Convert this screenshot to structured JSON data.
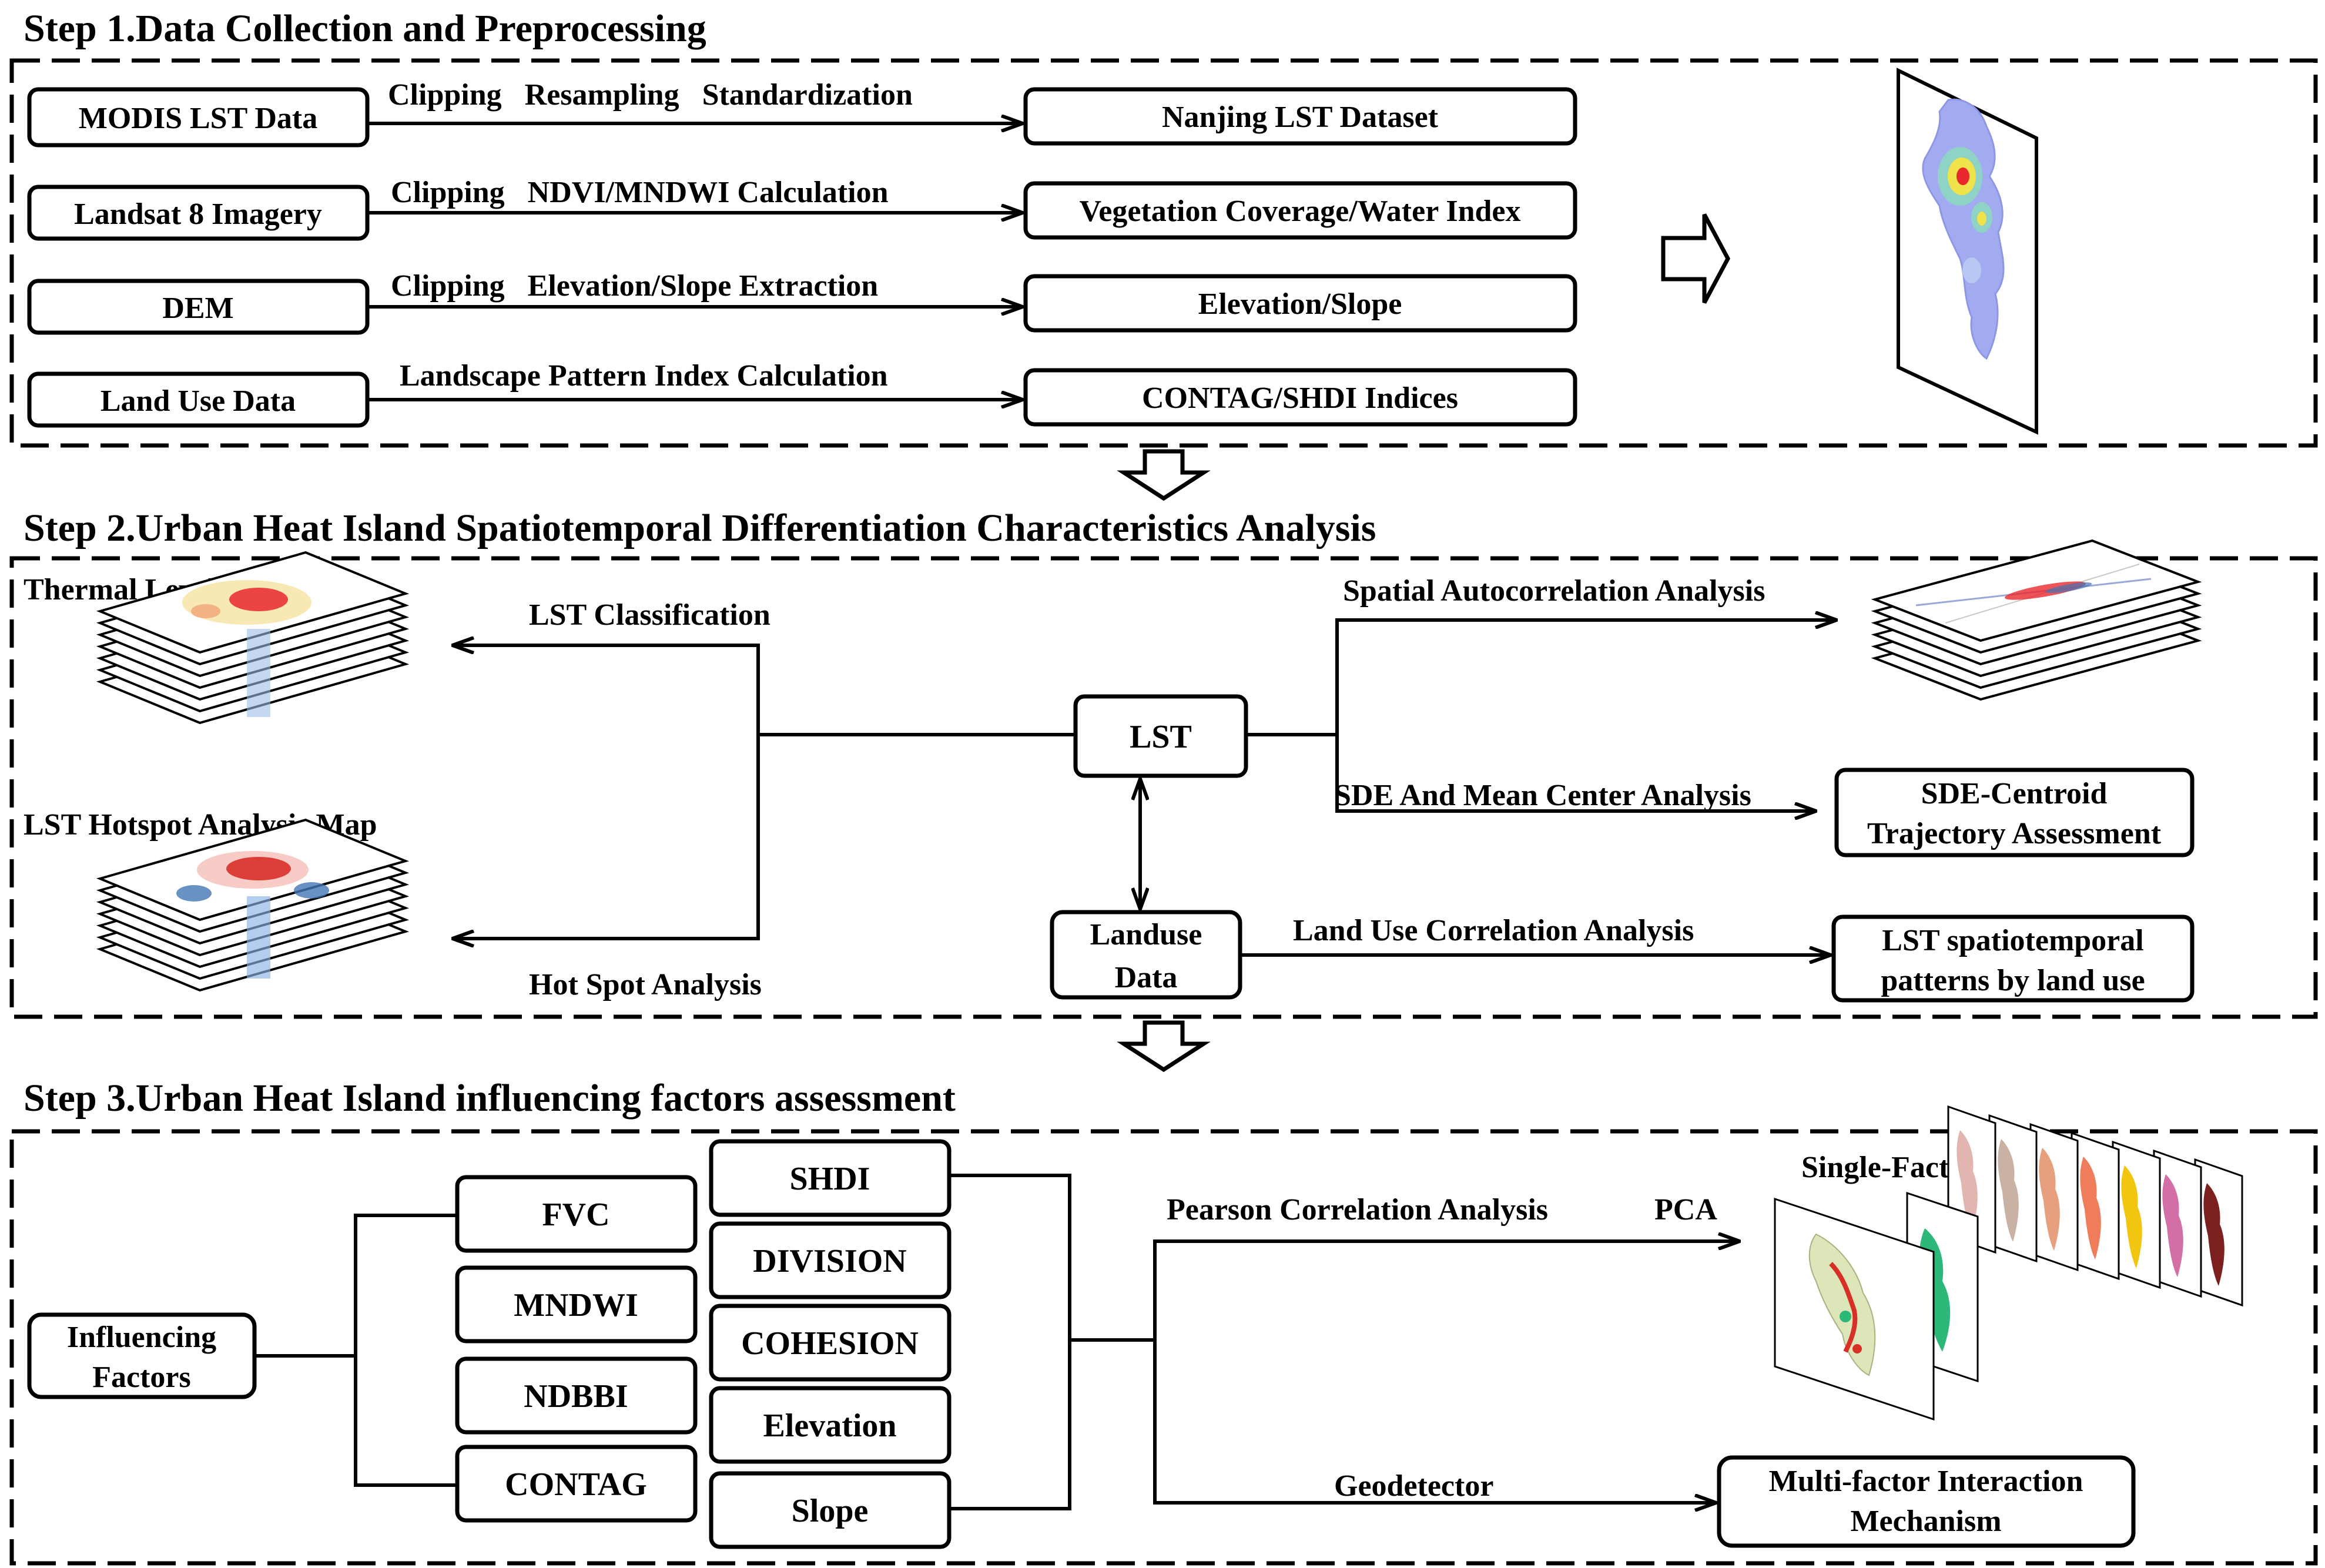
{
  "step1": {
    "title": "Step 1.Data Collection and Preprocessing",
    "rows": [
      {
        "source": "MODIS LST Data",
        "process": "Clipping   Resampling   Standardization",
        "output": "Nanjing LST Dataset"
      },
      {
        "source": "Landsat 8 Imagery",
        "process": "Clipping   NDVI/MNDWI Calculation",
        "output": "Vegetation Coverage/Water Index"
      },
      {
        "source": "DEM",
        "process": "Clipping   Elevation/Slope Extraction",
        "output": "Elevation/Slope"
      },
      {
        "source": "Land Use Data",
        "process": "Landscape Pattern Index Calculation",
        "output": "CONTAG/SHDI Indices"
      }
    ]
  },
  "step2": {
    "title": "Step 2.Urban Heat Island Spatiotemporal Differentiation Characteristics Analysis",
    "thermal_map_label": "Thermal Level Distribution",
    "hotspot_map_label": "LST Hotspot Analysis Map",
    "lst_classification": "LST Classification",
    "hot_spot_analysis": "Hot Spot Analysis",
    "lst_node": "LST",
    "landuse_node": [
      "Landuse",
      "Data"
    ],
    "spatial_autocorrelation": "Spatial Autocorrelation Analysis",
    "sde_analysis": "SDE And Mean Center Analysis",
    "sde_output": [
      "SDE-Centroid",
      "Trajectory Assessment"
    ],
    "landuse_correlation": "Land Use Correlation Analysis",
    "landuse_output": [
      "LST spatiotemporal",
      "patterns by land use"
    ]
  },
  "step3": {
    "title": "Step 3.Urban Heat Island influencing factors assessment",
    "influencing": [
      "Influencing",
      "Factors"
    ],
    "group_a": [
      "FVC",
      "MNDWI",
      "NDBBI",
      "CONTAG"
    ],
    "group_b": [
      "SHDI",
      "DIVISION",
      "COHESION",
      "Elevation",
      "Slope"
    ],
    "pearson": "Pearson Correlation Analysis",
    "pca": "PCA",
    "single_factor": "Single-Factor Effects",
    "geodetector": "Geodetector",
    "multi_factor": [
      "Multi-factor Interaction",
      "Mechanism"
    ]
  },
  "colors": {
    "line": "#000000",
    "map_low": "#9ea7f0",
    "map_mid": "#f0e24a",
    "map_high": "#e8282d",
    "hot": "#d73027",
    "cold": "#4575b4",
    "factor_map_colors": [
      "#2db87a",
      "#e1b5b0",
      "#c9b1a4",
      "#e7a07e",
      "#ef7c5a",
      "#f2c511",
      "#d36fa6",
      "#7b1f1f"
    ]
  }
}
